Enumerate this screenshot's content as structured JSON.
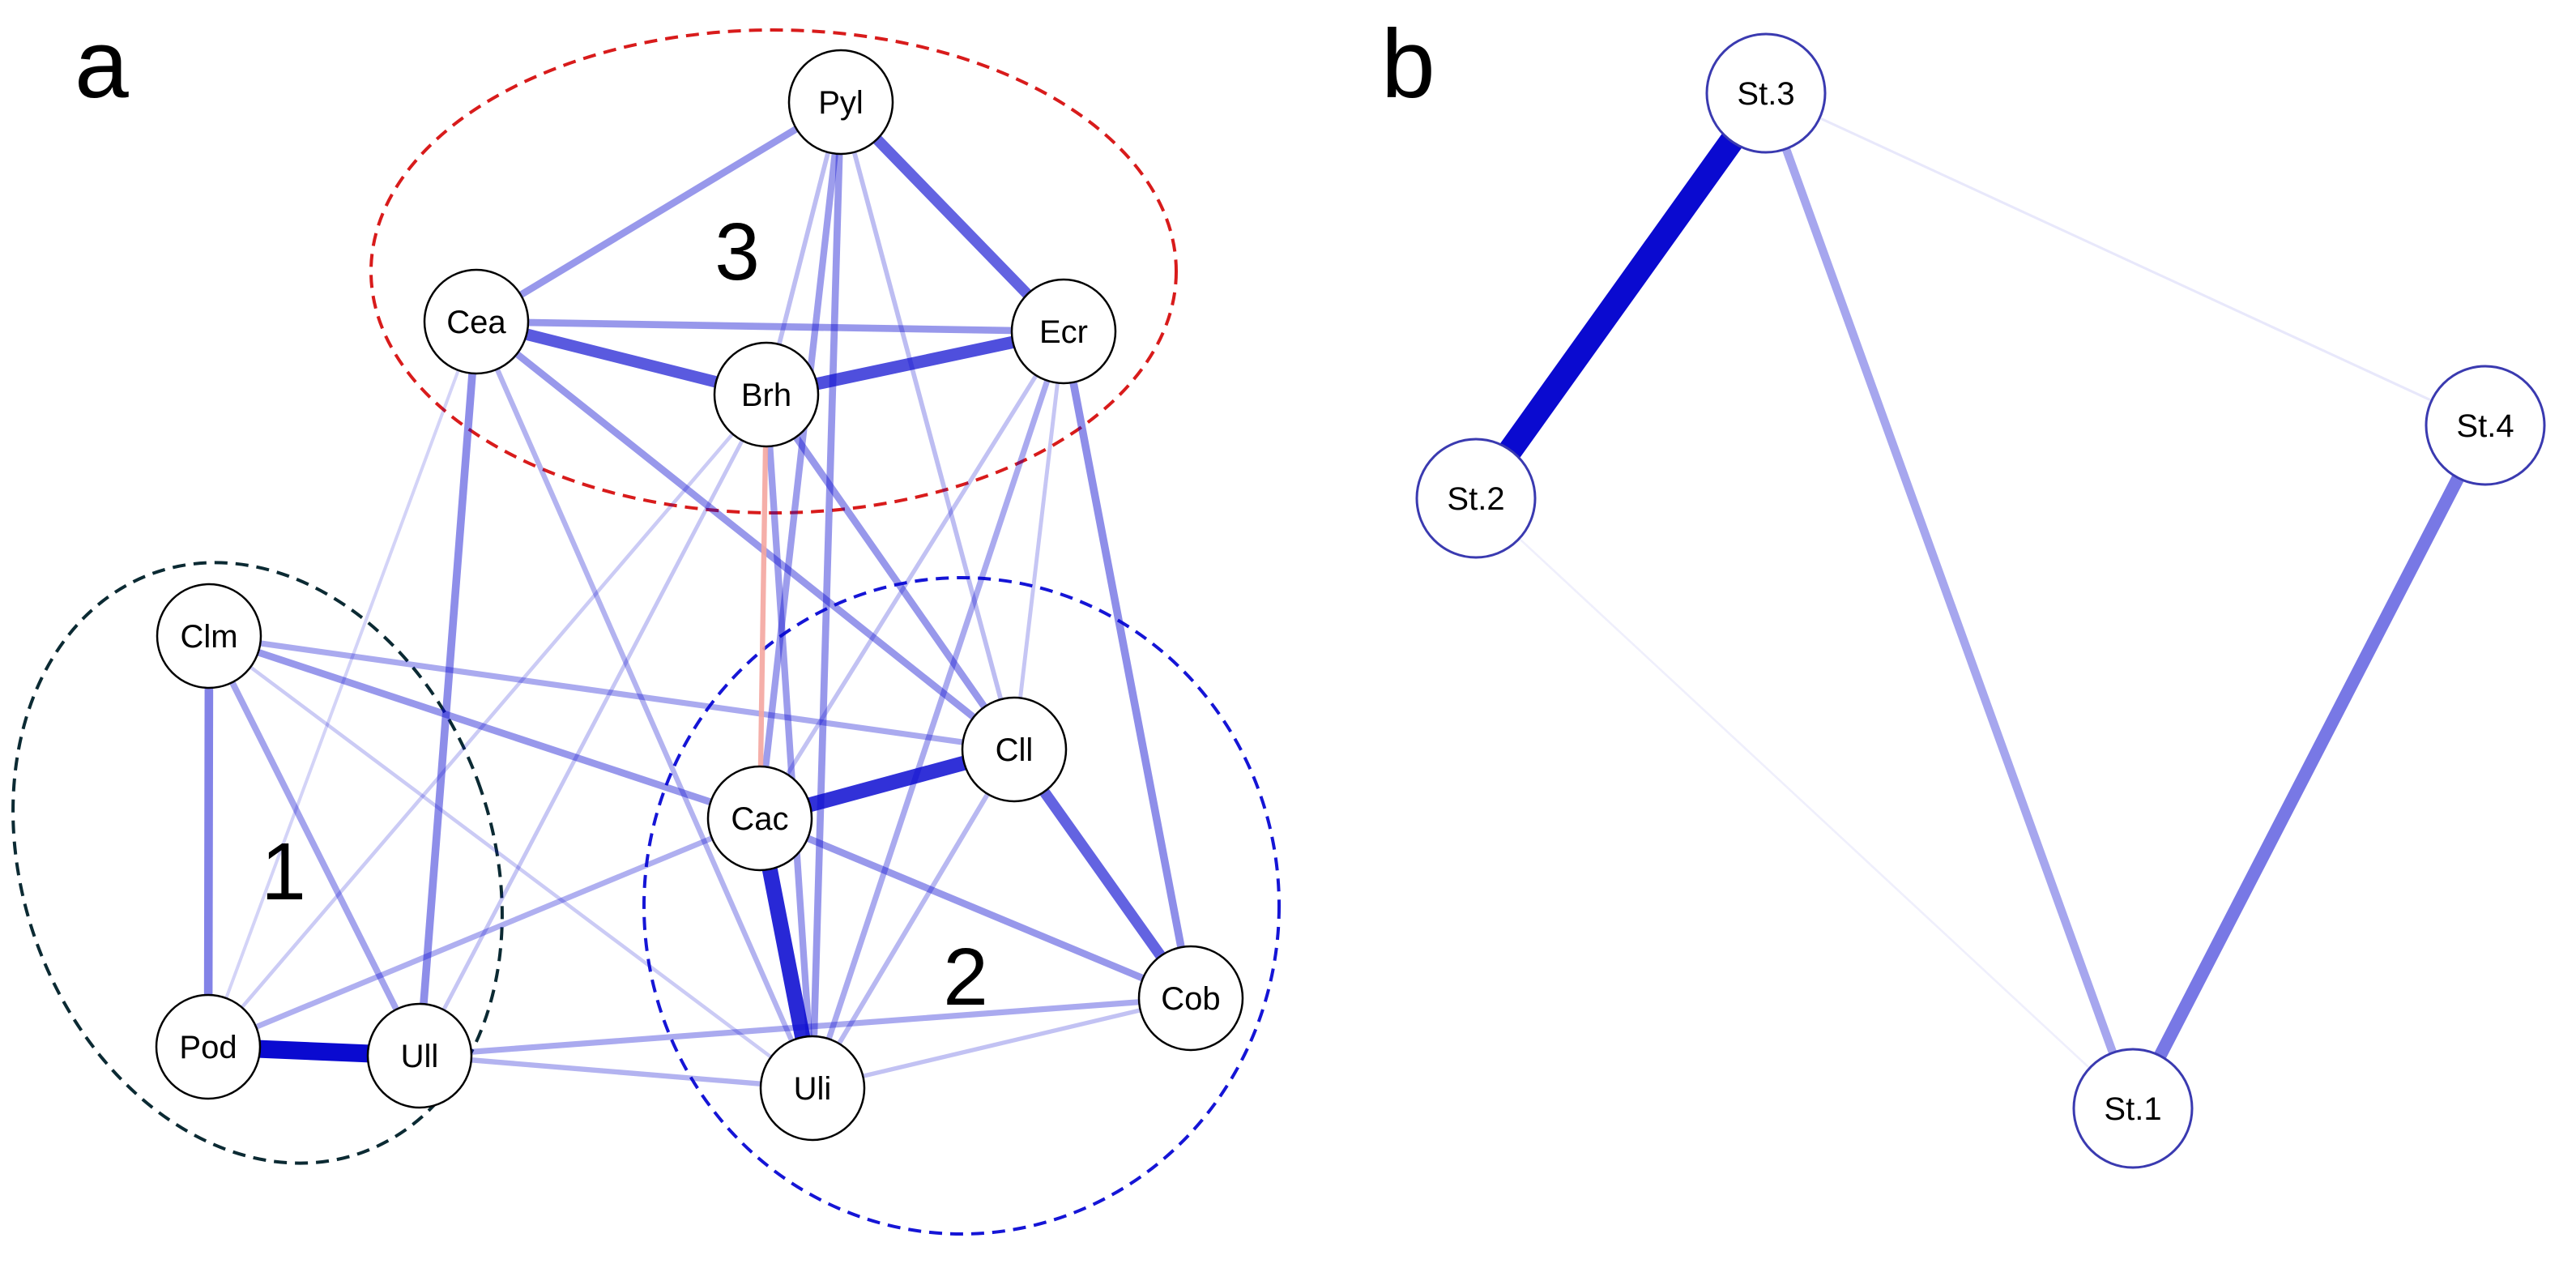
{
  "panels": [
    {
      "id": "a",
      "label": "a",
      "clusters": [
        {
          "id": "1",
          "label": "1",
          "color": "#0b2a33"
        },
        {
          "id": "2",
          "label": "2",
          "color": "#1515d6"
        },
        {
          "id": "3",
          "label": "3",
          "color": "#d81b1b"
        }
      ],
      "nodes": [
        {
          "id": "Pyl",
          "label": "Pyl"
        },
        {
          "id": "Cea",
          "label": "Cea"
        },
        {
          "id": "Ecr",
          "label": "Ecr"
        },
        {
          "id": "Brh",
          "label": "Brh"
        },
        {
          "id": "Clm",
          "label": "Clm"
        },
        {
          "id": "Cll",
          "label": "Cll"
        },
        {
          "id": "Cac",
          "label": "Cac"
        },
        {
          "id": "Cob",
          "label": "Cob"
        },
        {
          "id": "Pod",
          "label": "Pod"
        },
        {
          "id": "Ull",
          "label": "Ull"
        },
        {
          "id": "Uli",
          "label": "Uli"
        }
      ],
      "edges": [
        {
          "from": "Pod",
          "to": "Ull",
          "weight": 1.0,
          "sign": "pos"
        },
        {
          "from": "Cac",
          "to": "Uli",
          "weight": 0.85,
          "sign": "pos"
        },
        {
          "from": "Cac",
          "to": "Cll",
          "weight": 0.8,
          "sign": "pos"
        },
        {
          "from": "Cea",
          "to": "Brh",
          "weight": 0.6,
          "sign": "pos"
        },
        {
          "from": "Brh",
          "to": "Ecr",
          "weight": 0.65,
          "sign": "pos"
        },
        {
          "from": "Pyl",
          "to": "Ecr",
          "weight": 0.55,
          "sign": "pos"
        },
        {
          "from": "Cll",
          "to": "Cob",
          "weight": 0.55,
          "sign": "pos"
        },
        {
          "from": "Clm",
          "to": "Pod",
          "weight": 0.4,
          "sign": "pos"
        },
        {
          "from": "Pyl",
          "to": "Cea",
          "weight": 0.3,
          "sign": "pos"
        },
        {
          "from": "Cea",
          "to": "Ecr",
          "weight": 0.3,
          "sign": "pos"
        },
        {
          "from": "Cea",
          "to": "Ull",
          "weight": 0.35,
          "sign": "pos"
        },
        {
          "from": "Ecr",
          "to": "Cob",
          "weight": 0.35,
          "sign": "pos"
        },
        {
          "from": "Clm",
          "to": "Cac",
          "weight": 0.3,
          "sign": "pos"
        },
        {
          "from": "Cea",
          "to": "Cll",
          "weight": 0.3,
          "sign": "pos"
        },
        {
          "from": "Brh",
          "to": "Cll",
          "weight": 0.3,
          "sign": "pos"
        },
        {
          "from": "Pyl",
          "to": "Uli",
          "weight": 0.3,
          "sign": "pos"
        },
        {
          "from": "Pyl",
          "to": "Cac",
          "weight": 0.28,
          "sign": "pos"
        },
        {
          "from": "Brh",
          "to": "Uli",
          "weight": 0.28,
          "sign": "pos"
        },
        {
          "from": "Cac",
          "to": "Cob",
          "weight": 0.3,
          "sign": "pos"
        },
        {
          "from": "Clm",
          "to": "Ull",
          "weight": 0.25,
          "sign": "pos"
        },
        {
          "from": "Clm",
          "to": "Cll",
          "weight": 0.22,
          "sign": "pos"
        },
        {
          "from": "Ull",
          "to": "Cob",
          "weight": 0.22,
          "sign": "pos"
        },
        {
          "from": "Ecr",
          "to": "Uli",
          "weight": 0.22,
          "sign": "pos"
        },
        {
          "from": "Pod",
          "to": "Cac",
          "weight": 0.2,
          "sign": "pos"
        },
        {
          "from": "Cea",
          "to": "Uli",
          "weight": 0.18,
          "sign": "pos"
        },
        {
          "from": "Ull",
          "to": "Uli",
          "weight": 0.18,
          "sign": "pos"
        },
        {
          "from": "Pyl",
          "to": "Cll",
          "weight": 0.14,
          "sign": "pos"
        },
        {
          "from": "Pyl",
          "to": "Brh",
          "weight": 0.14,
          "sign": "pos"
        },
        {
          "from": "Cll",
          "to": "Uli",
          "weight": 0.16,
          "sign": "pos"
        },
        {
          "from": "Ecr",
          "to": "Cac",
          "weight": 0.12,
          "sign": "pos"
        },
        {
          "from": "Brh",
          "to": "Ull",
          "weight": 0.1,
          "sign": "pos"
        },
        {
          "from": "Brh",
          "to": "Pod",
          "weight": 0.08,
          "sign": "pos"
        },
        {
          "from": "Clm",
          "to": "Uli",
          "weight": 0.08,
          "sign": "pos"
        },
        {
          "from": "Uli",
          "to": "Cob",
          "weight": 0.12,
          "sign": "pos"
        },
        {
          "from": "Ecr",
          "to": "Cll",
          "weight": 0.1,
          "sign": "pos"
        },
        {
          "from": "Cea",
          "to": "Pod",
          "weight": 0.05,
          "sign": "pos"
        },
        {
          "from": "Brh",
          "to": "Cac",
          "weight": 0.18,
          "sign": "neg"
        }
      ]
    },
    {
      "id": "b",
      "label": "b",
      "nodes": [
        {
          "id": "St.3",
          "label": "St.3"
        },
        {
          "id": "St.2",
          "label": "St.2"
        },
        {
          "id": "St.4",
          "label": "St.4"
        },
        {
          "id": "St.1",
          "label": "St.1"
        }
      ],
      "edges": [
        {
          "from": "St.3",
          "to": "St.2",
          "weight": 1.0,
          "sign": "pos"
        },
        {
          "from": "St.4",
          "to": "St.1",
          "weight": 0.5,
          "sign": "pos"
        },
        {
          "from": "St.3",
          "to": "St.1",
          "weight": 0.3,
          "sign": "pos"
        },
        {
          "from": "St.3",
          "to": "St.4",
          "weight": 0.04,
          "sign": "pos"
        },
        {
          "from": "St.2",
          "to": "St.1",
          "weight": 0.02,
          "sign": "pos"
        }
      ]
    }
  ],
  "colors": {
    "positive_edge": "#0a0ad0",
    "negative_edge": "#f4a6a0",
    "node_fill": "#ffffff",
    "node_stroke_a": "#000000",
    "node_stroke_b": "#3a3ab0"
  }
}
